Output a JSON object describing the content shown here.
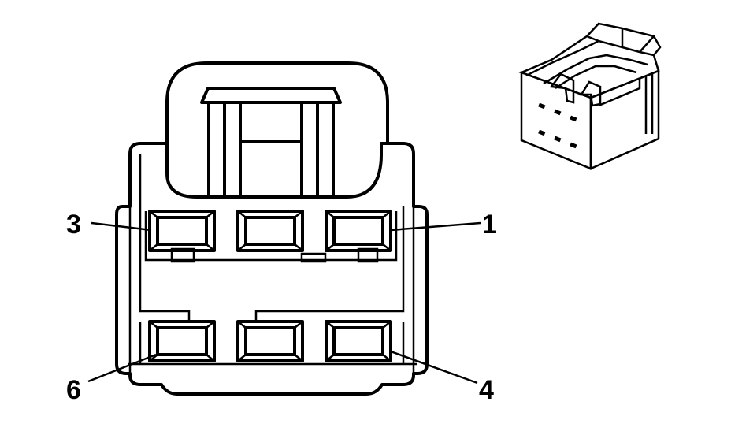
{
  "labels": {
    "pin_3": "3",
    "pin_1": "1",
    "pin_6": "6",
    "pin_4": "4"
  }
}
